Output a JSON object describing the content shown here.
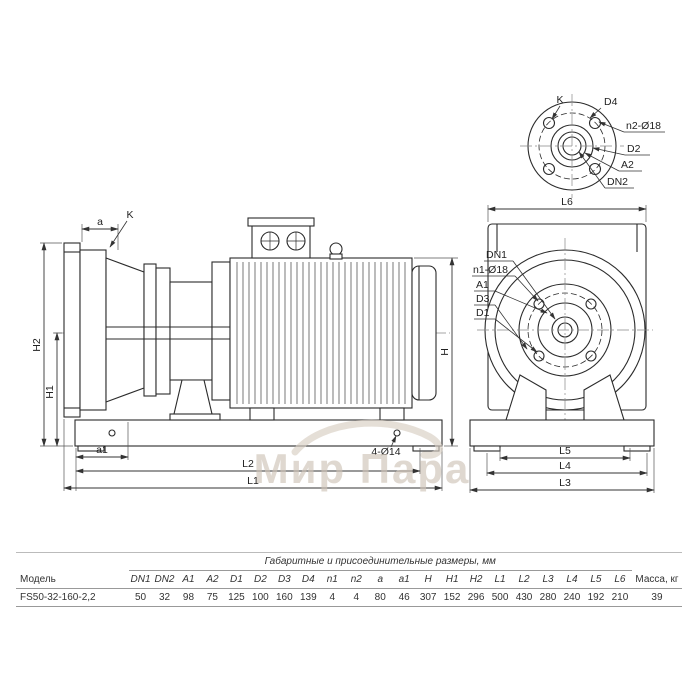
{
  "drawing": {
    "watermark": "Мир Пара",
    "side": {
      "a": "a",
      "k": "K",
      "h2": "H2",
      "h1": "H1",
      "a1": "a1",
      "l2": "L2",
      "l1": "L1",
      "h": "H",
      "holes": "4-Ø14"
    },
    "front": {
      "l6": "L6",
      "dn1": "DN1",
      "n1": "n1-Ø18",
      "a1": "A1",
      "d3": "D3",
      "d1": "D1",
      "l5": "L5",
      "l4": "L4",
      "l3": "L3"
    },
    "flange": {
      "k": "K",
      "d4": "D4",
      "n2": "n2-Ø18",
      "d2": "D2",
      "a2": "A2",
      "dn2": "DN2"
    }
  },
  "table": {
    "title": "Габаритные и присоединительные размеры, мм",
    "model_header": "Модель",
    "mass_header": "Масса, кг",
    "columns": [
      "DN1",
      "DN2",
      "A1",
      "A2",
      "D1",
      "D2",
      "D3",
      "D4",
      "n1",
      "n2",
      "a",
      "a1",
      "H",
      "H1",
      "H2",
      "L1",
      "L2",
      "L3",
      "L4",
      "L5",
      "L6"
    ],
    "row": {
      "model": "FS50-32-160-2,2",
      "values": [
        "50",
        "32",
        "98",
        "75",
        "125",
        "100",
        "160",
        "139",
        "4",
        "4",
        "80",
        "46",
        "307",
        "152",
        "296",
        "500",
        "430",
        "280",
        "240",
        "192",
        "210"
      ],
      "mass": "39"
    }
  }
}
